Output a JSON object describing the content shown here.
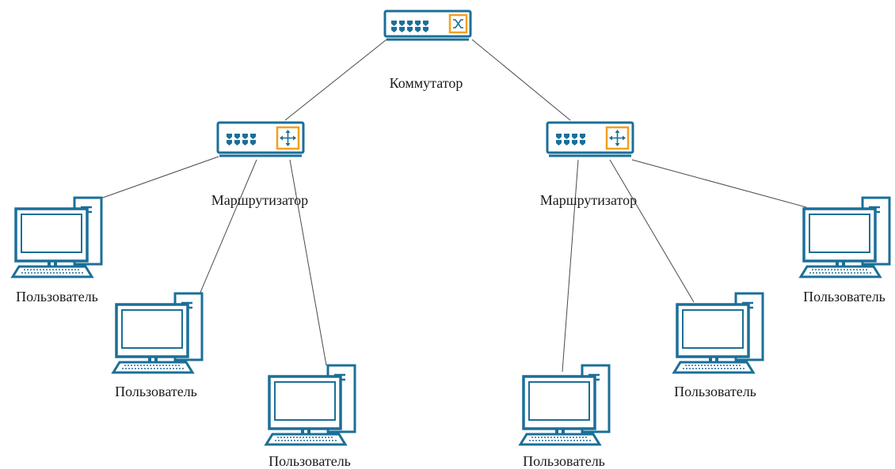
{
  "colors": {
    "device_stroke": "#1b6f98",
    "device_fill": "#ffffff",
    "accent": "#f2a01f",
    "link": "#4a4a4a",
    "text": "#1a1a1a"
  },
  "nodes": {
    "switch": {
      "label": "Коммутатор",
      "icon": "switch-icon"
    },
    "router_left": {
      "label": "Маршрутизатор",
      "icon": "router-icon"
    },
    "router_right": {
      "label": "Маршрутизатор",
      "icon": "router-icon"
    },
    "pc1": {
      "label": "Пользователь",
      "icon": "computer-icon"
    },
    "pc2": {
      "label": "Пользователь",
      "icon": "computer-icon"
    },
    "pc3": {
      "label": "Пользователь",
      "icon": "computer-icon"
    },
    "pc4": {
      "label": "Пользователь",
      "icon": "computer-icon"
    },
    "pc5": {
      "label": "Пользователь",
      "icon": "computer-icon"
    },
    "pc6": {
      "label": "Пользователь",
      "icon": "computer-icon"
    }
  },
  "links": [
    {
      "from": "switch",
      "to": "router_left"
    },
    {
      "from": "switch",
      "to": "router_right"
    },
    {
      "from": "router_left",
      "to": "pc1"
    },
    {
      "from": "router_left",
      "to": "pc2"
    },
    {
      "from": "router_left",
      "to": "pc3"
    },
    {
      "from": "router_right",
      "to": "pc4"
    },
    {
      "from": "router_right",
      "to": "pc5"
    },
    {
      "from": "router_right",
      "to": "pc6"
    }
  ]
}
